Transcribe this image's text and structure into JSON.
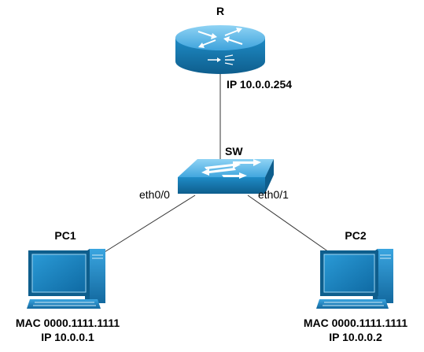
{
  "router": {
    "name": "R",
    "ip": "IP 10.0.0.254"
  },
  "switch": {
    "name": "SW",
    "port_left": "eth0/0",
    "port_right": "eth0/1"
  },
  "pc1": {
    "name": "PC1",
    "mac": "MAC 0000.1111.1111",
    "ip": "IP 10.0.0.1"
  },
  "pc2": {
    "name": "PC2",
    "mac": "MAC 0000.1111.1111",
    "ip": "IP 10.0.0.2"
  },
  "colors": {
    "device_blue": "#1f8bc6",
    "device_blue_dark": "#0e5e8d",
    "device_blue_light": "#6fc1ea",
    "link": "#333333"
  },
  "icons": [
    "router-icon",
    "switch-icon",
    "pc-icon",
    "pc-icon"
  ]
}
